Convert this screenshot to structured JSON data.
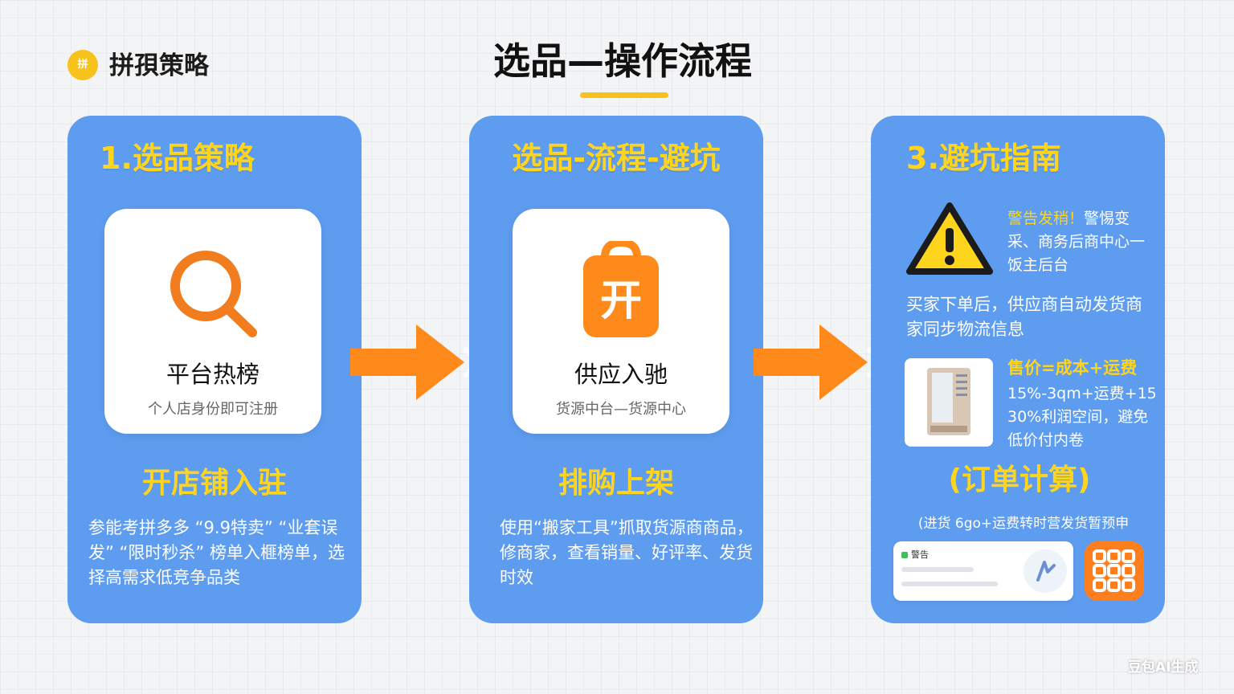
{
  "brand": {
    "name": "拼孭策略",
    "logo_text": "拼"
  },
  "title": "选品—操作流程",
  "colors": {
    "card_bg": "#5e9cef",
    "accent_yellow": "#ffd41c",
    "accent_orange": "#ff8a1c",
    "page_bg": "#f3f4f6"
  },
  "cards": [
    {
      "heading": "1.选品策略",
      "icon": "search-icon",
      "tile_title": "平台热榜",
      "tile_sub": "个人店身份即可注册",
      "sub_heading": "开店铺入驻",
      "body": "参能考拼多多 “9.9特卖” “业套误发” “限时秒杀” 榜单入榧榜单，选择高需求低竞争品类"
    },
    {
      "heading": "选品-流程-避坑",
      "icon": "shop-bag-icon",
      "icon_glyph": "开",
      "tile_title": "供应入驰",
      "tile_sub": "货源中台—货源中心",
      "sub_heading": "排购上架",
      "body": "使用“搬家工具”抓取货源商商品，修商家，查看销量、好评率、发货时效"
    },
    {
      "heading": "3.避坑指南",
      "icon": "warning-icon",
      "warn_highlight": "警告发稍！",
      "warn_text": "警惕变采、商务后商中心一饭主后台",
      "ship_text": "买家下单后，供应商自动发货商家同步物流信息",
      "price_title": "售价=成本+运费",
      "price_text": "15%-3qm+运费+15 30%利润空间，避免低价付内卷",
      "order_heading": "(订单计算)",
      "formula": "(进货 6go+运费转时营发货暂预申",
      "mini_card_label": "警告",
      "mini_icon": "chart-logo-icon",
      "app_icon": "app-grid-icon"
    }
  ],
  "watermark": "豆包AI生成"
}
